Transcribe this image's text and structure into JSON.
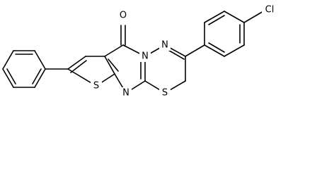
{
  "atoms": {
    "cl": "Cl",
    "o": "O",
    "n1": "N",
    "n2": "N",
    "n3": "N",
    "s_thiophene": "S",
    "s_thiadiazine": "S"
  }
}
